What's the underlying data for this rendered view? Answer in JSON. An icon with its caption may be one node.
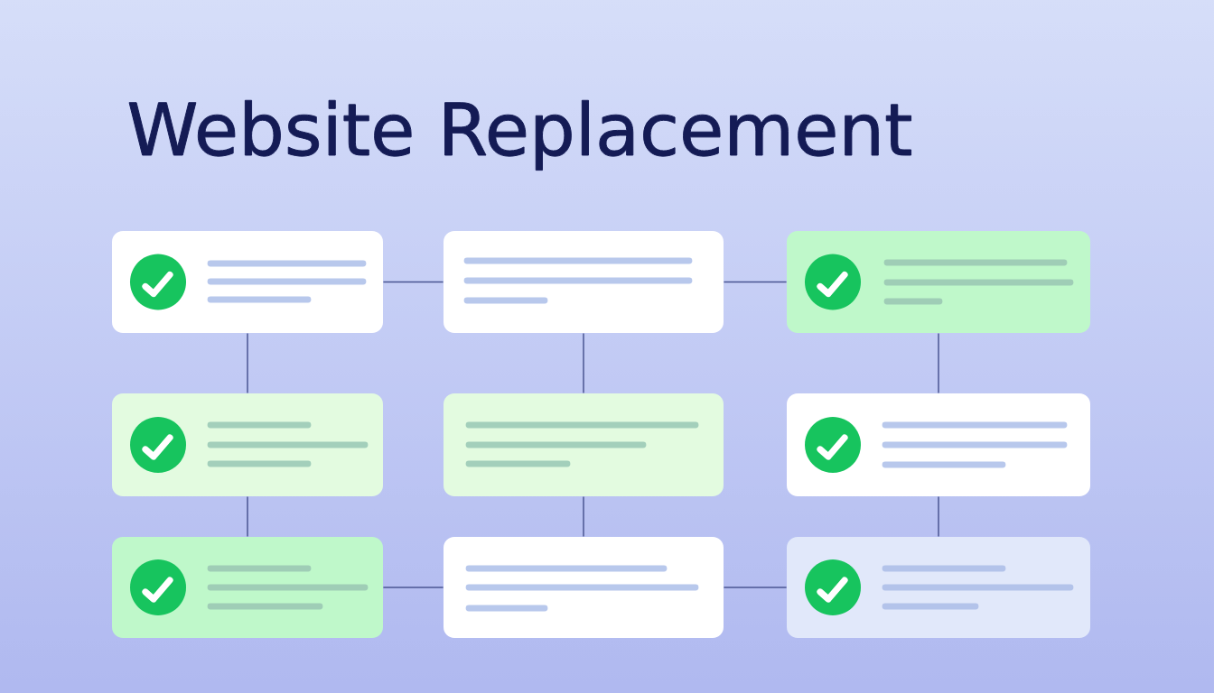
{
  "diagram": {
    "title": "Website Replacement",
    "nodes": [
      {
        "text": [],
        "shape": "box"
      },
      {
        "text": [],
        "shape": "box"
      },
      {
        "text": [],
        "shape": "box"
      },
      {
        "text": [],
        "shape": "box"
      },
      {
        "text": [],
        "shape": "box"
      },
      {
        "text": [],
        "shape": "box"
      },
      {
        "text": [],
        "shape": "box"
      },
      {
        "text": [],
        "shape": "box"
      },
      {
        "text": [],
        "shape": "box"
      }
    ],
    "edges": [
      {
        "from": 0,
        "to": 1,
        "arrow": "none"
      },
      {
        "from": 1,
        "to": 2,
        "arrow": "none"
      },
      {
        "from": 0,
        "to": 3,
        "arrow": "none"
      },
      {
        "from": 1,
        "to": 4,
        "arrow": "none"
      },
      {
        "from": 2,
        "to": 5,
        "arrow": "none"
      },
      {
        "from": 3,
        "to": 6,
        "arrow": "none"
      },
      {
        "from": 4,
        "to": 7,
        "arrow": "none"
      },
      {
        "from": 5,
        "to": 8,
        "arrow": "none"
      },
      {
        "from": 6,
        "to": 7,
        "arrow": "none"
      },
      {
        "from": 7,
        "to": 8,
        "arrow": "none"
      }
    ]
  }
}
